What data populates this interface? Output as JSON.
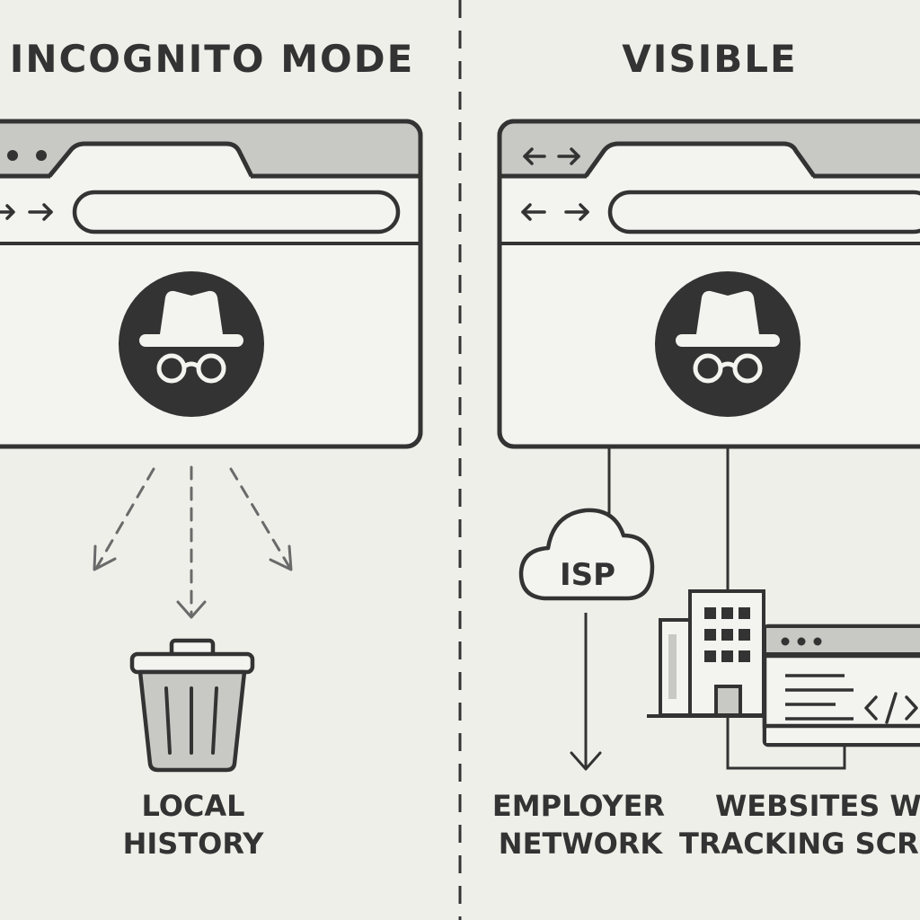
{
  "colors": {
    "background": "#efefea",
    "ink": "#333333",
    "tab_gray": "#c8c8c4",
    "panel_fill": "#f3f3ef",
    "dashed": "#6a6a6a"
  },
  "left": {
    "title": "INCOGNITO MODE",
    "window_icon": "incognito-icon",
    "result_icon": "trash-can-icon",
    "result_label_line1": "LOCAL",
    "result_label_line2": "HISTORY"
  },
  "right": {
    "title": "VISIBLE",
    "window_icon": "incognito-icon",
    "isp_label": "ISP",
    "employer_label_line1": "EMPLOYER",
    "employer_label_line2": "NETWORK",
    "websites_label_line1": "WEBSITES WITH",
    "websites_label_line2": "TRACKING SCRIPTS",
    "building_icon": "office-building-icon",
    "code_icon": "code-icon"
  }
}
